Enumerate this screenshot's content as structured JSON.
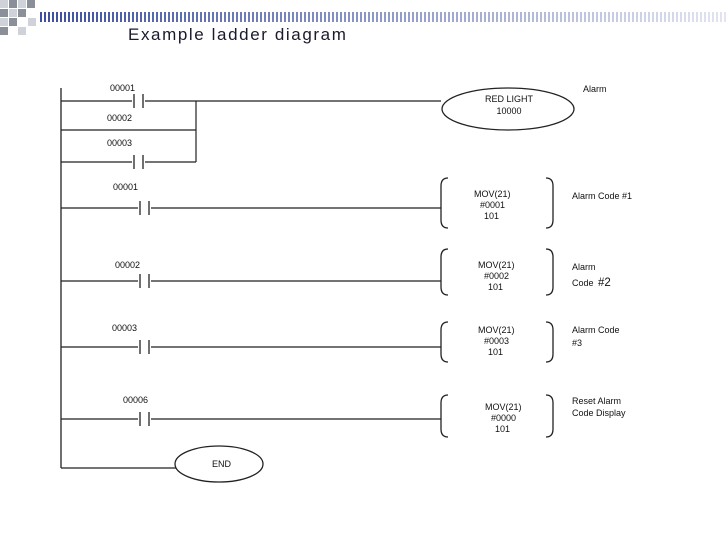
{
  "title": "Example ladder diagram",
  "colors": {
    "banner_blue": "#3d4f9e",
    "banner_light": "#c9cfe8",
    "square_dark": "#8a8f9a",
    "square_light": "#cfd2d8",
    "line": "#222222"
  },
  "rungs": [
    {
      "contacts": [
        {
          "label": "00001"
        },
        {
          "label": "00002"
        },
        {
          "label": "00003"
        }
      ],
      "output": {
        "kind": "coil",
        "lines": [
          "RED LIGHT",
          "10000"
        ]
      },
      "comment": [
        "Alarm"
      ]
    },
    {
      "contacts": [
        {
          "label": "00001"
        }
      ],
      "output": {
        "kind": "mov",
        "lines": [
          "MOV(21)",
          "#0001",
          "101"
        ]
      },
      "comment": [
        "Alarm Code #1"
      ]
    },
    {
      "contacts": [
        {
          "label": "00002"
        }
      ],
      "output": {
        "kind": "mov",
        "lines": [
          "MOV(21)",
          "#0002",
          "101"
        ]
      },
      "comment": [
        "Alarm",
        "Code",
        "#2"
      ]
    },
    {
      "contacts": [
        {
          "label": "00003"
        }
      ],
      "output": {
        "kind": "mov",
        "lines": [
          "MOV(21)",
          "#0003",
          "101"
        ]
      },
      "comment": [
        "Alarm Code",
        "#3"
      ]
    },
    {
      "contacts": [
        {
          "label": "00006"
        }
      ],
      "output": {
        "kind": "mov",
        "lines": [
          "MOV(21)",
          "#0000",
          "101"
        ]
      },
      "comment": [
        "Reset Alarm",
        "Code Display"
      ]
    }
  ],
  "end_label": "END"
}
